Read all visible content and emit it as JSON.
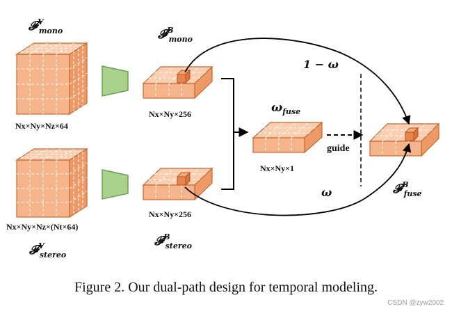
{
  "labels": {
    "f_mono_v": "𝓕",
    "f_mono_v_sup": "V",
    "f_mono_v_sub": "mono",
    "f_mono_b": "𝓕",
    "f_mono_b_sup": "B",
    "f_mono_b_sub": "mono",
    "f_stereo_v": "𝓕",
    "f_stereo_v_sup": "V",
    "f_stereo_v_sub": "stereo",
    "f_stereo_b": "𝓕",
    "f_stereo_b_sup": "B",
    "f_stereo_b_sub": "stereo",
    "omega_fuse": "ω",
    "omega_fuse_sub": "fuse",
    "f_fuse": "𝓕",
    "f_fuse_sup": "B",
    "f_fuse_sub": "fuse",
    "one_minus_omega": "1 − ω",
    "omega": "ω",
    "guide": "guide"
  },
  "dims": {
    "mono_volume": "Nx×Ny×Nz×64",
    "stereo_volume": "Nx×Ny×Nz×(Nt×64)",
    "mono_bev": "Nx×Ny×256",
    "stereo_bev": "Nx×Ny×256",
    "weight_map": "Nx×Ny×1"
  },
  "caption": "Figure 2. Our dual-path design for temporal modeling.",
  "watermark": "CSDN @zyw2002",
  "colors": {
    "block_front": "#F5B48A",
    "block_top": "#F9CDAE",
    "block_side": "#EE9A66",
    "block_edge": "#C8672F",
    "funnel_fill": "#A9D28D",
    "funnel_edge": "#6E9E55",
    "cube_fill": "#E8844E",
    "arrow": "#000000"
  }
}
